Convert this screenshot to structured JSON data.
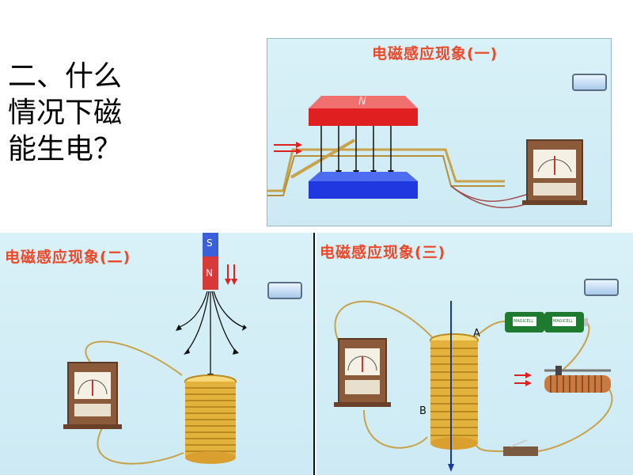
{
  "heading": {
    "lines": [
      "二、什么",
      "情况下磁",
      "能生电？"
    ]
  },
  "panels": [
    {
      "title": "电磁感应现象(一)",
      "magnet_pole": "N"
    },
    {
      "title": "电磁感应现象(二)",
      "magnet_top": "S",
      "magnet_bottom": "N"
    },
    {
      "title": "电磁感应现象(三)",
      "label_a": "A",
      "label_b": "B",
      "battery_text": "MAGICELL"
    }
  ],
  "colors": {
    "title_red": "#e84a2b",
    "panel_bg": "#d5eef7",
    "wire": "#c8a24a",
    "coil": "#e3b23c"
  }
}
